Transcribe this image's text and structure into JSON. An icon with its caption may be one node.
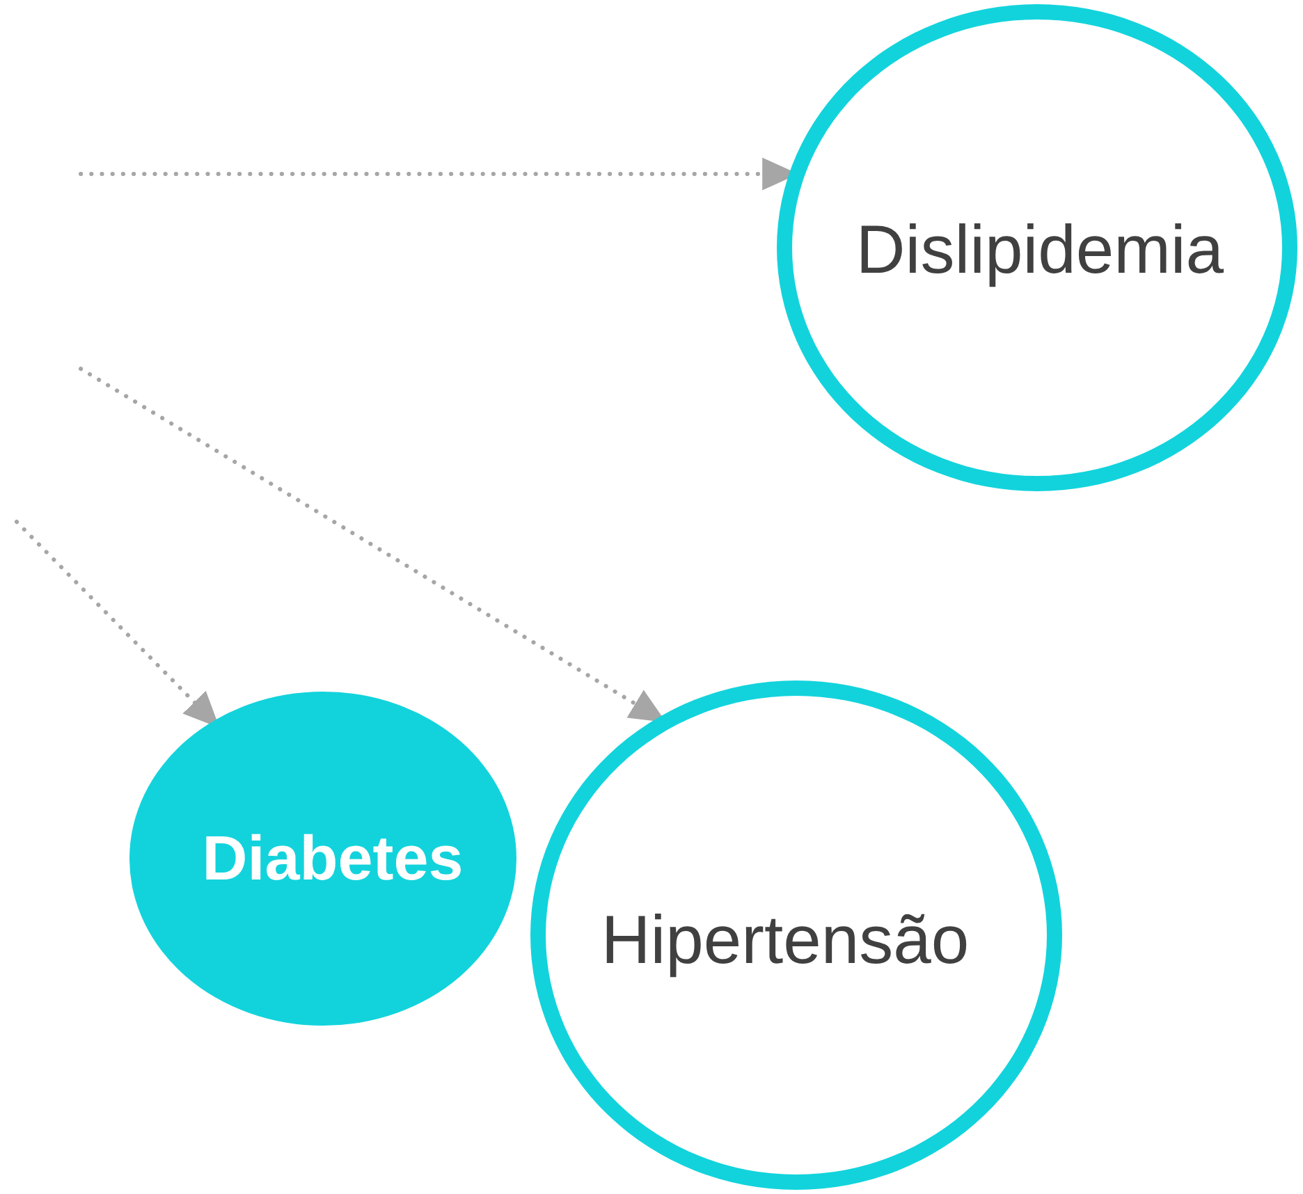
{
  "diagram": {
    "nodes": [
      {
        "text": [
          "Dislipidemia"
        ]
      },
      {
        "text": [
          "Diabetes"
        ]
      },
      {
        "text": [
          "Hipertensão"
        ]
      }
    ],
    "edges": [
      {
        "from": null,
        "to": 0,
        "arrow": "to",
        "style": "dashed"
      },
      {
        "from": null,
        "to": 2,
        "arrow": "to",
        "style": "dashed"
      },
      {
        "from": null,
        "to": 1,
        "arrow": "to",
        "style": "dashed"
      }
    ]
  }
}
